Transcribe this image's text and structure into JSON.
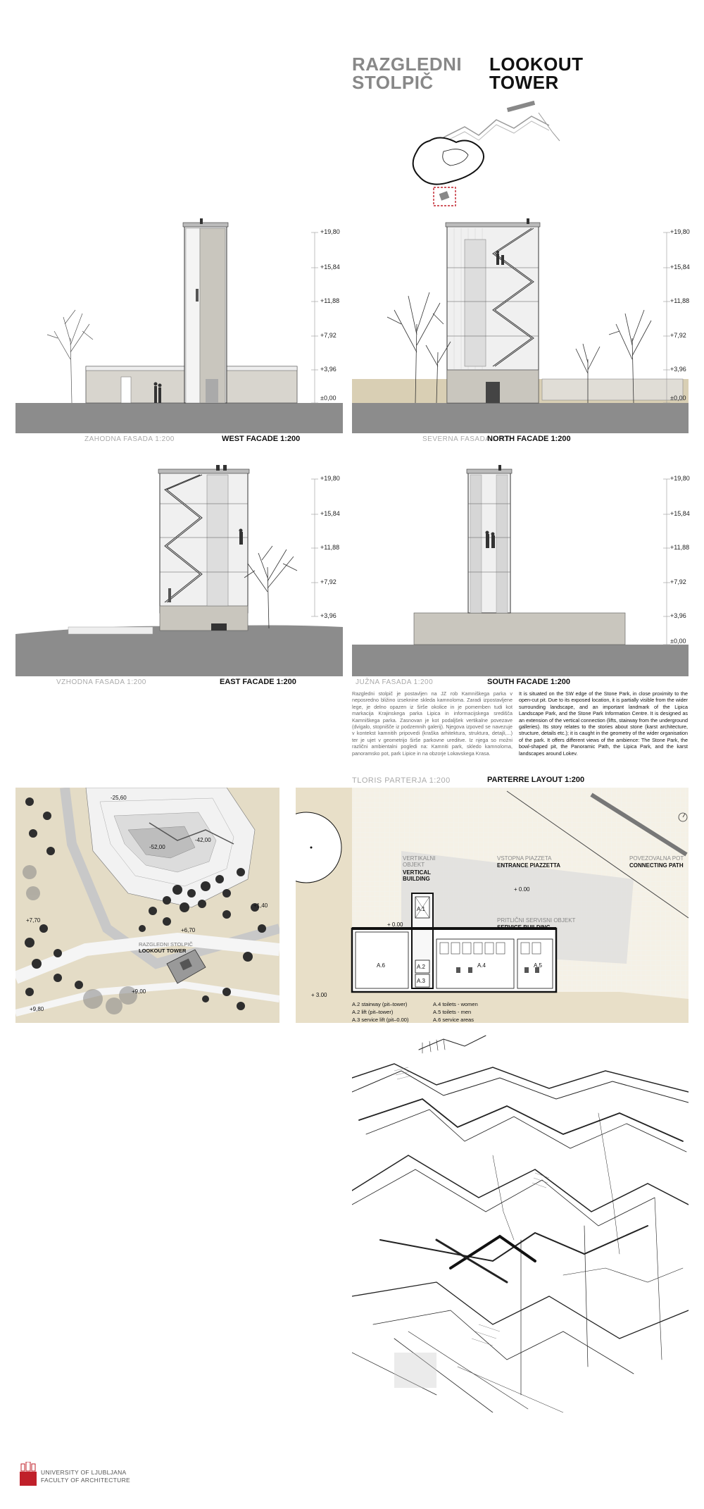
{
  "title": {
    "sl_line1": "RAZGLEDNI",
    "sl_line2": "STOLPIČ",
    "en_line1": "LOOKOUT",
    "en_line2": "TOWER"
  },
  "levels": [
    "+19,80",
    "+15,84",
    "+11,88",
    "+7,92",
    "+3,96",
    "±0,00"
  ],
  "facades": {
    "west": {
      "sl": "ZAHODNA FASADA  1:200",
      "en": "WEST FACADE  1:200"
    },
    "north": {
      "sl": "SEVERNA FASADA  1:200",
      "en": "NORTH FACADE  1:200"
    },
    "east": {
      "sl": "VZHODNA FASADA  1:200",
      "en": "EAST FACADE  1:200"
    },
    "south": {
      "sl": "JUŽNA FASADA  1:200",
      "en": "SOUTH FACADE  1:200"
    }
  },
  "description": {
    "sl": "Razgledni stolpič je postavljen na JZ rob Kamniškega parka v neposredno bližino izseknine skleda kamnoloma. Zaradi izpostavljene lege, je delno opazen iz širše okolice in je pomemben tudi kot markacija Krajinskega parka Lipica in informacijskega središča Kamniškega parka. Zasnovan je kot podaljšek vertikalne povezave (dvigalo, stopnišče iz podzemnih galerij). Njegova izpoved se navezuje v kontekst kamnitih pripovedi (kraška arhitektura, struktura, detajli,...) ter je ujet v geometrijo širše parkovne ureditve. Iz njega so možni različni ambientalni pogledi na: Kamniti park, skledo kamnoloma, panoramsko pot, park Lipice in na obzorje Lokavskega Krasa.",
    "en": "It is situated on the SW edge of the Stone Park, in close proximity to the open-cut pit. Due to its exposed location, it is partially visible from the wider surrounding landscape, and an important landmark of the Lipica Landscape Park, and the Stone Park Information Centre. It is designed as an extension of the vertical connection (lifts, stairway from the underground galleries). Its story relates to the stories about stone (karst architecture, structure, details etc.); it is caught in the geometry of the wider organisation of the park. It offers different views of the ambience: The Stone Park, the bowl-shaped pit, the Panoramic Path, the Lipica Park, and the karst landscapes around Lokev."
  },
  "layout_caption": {
    "sl": "TLORIS PARTERJA  1:200",
    "en": "PARTERRE LAYOUT  1:200"
  },
  "site": {
    "elevations": [
      "-25,60",
      "-52,00",
      "-42,00",
      "+1,40",
      "+7,70",
      "+6,70",
      "+9,00",
      "+9,80"
    ],
    "tower_sl": "RAZGLEDNI STOLPIČ",
    "tower_en": "LOOKOUT TOWER"
  },
  "plan": {
    "vertical_sl": "VERTIKALNI OBJEKT",
    "vertical_en": "VERTICAL BUILDING",
    "entrance_sl": "VSTOPNA PIAZZETA",
    "entrance_en": "ENTRANCE PIAZZETTA",
    "path_sl": "POVEZOVALNA POT",
    "path_en": "CONNECTING PATH",
    "service_sl": "PRITLIČNI SERVISNI OBJEKT",
    "service_en": "SERVICE BUILDING",
    "rooms": [
      "A.1",
      "A.2",
      "A.3",
      "A.4",
      "A.5",
      "A.6"
    ],
    "levels": [
      "+ 0.00",
      "+ 0.00",
      "+ 3.00"
    ],
    "legend_left": [
      "A.2 stairway (pit–tower)",
      "A.2 lift (pit–tower)",
      "A.3 service lift (pit–0.00)"
    ],
    "legend_right": [
      "A.4 toilets - women",
      "A.5 toilets - men",
      "A.6 service areas"
    ]
  },
  "footer": {
    "line1": "UNIVERSITY OF LJUBLJANA",
    "line2": "FACULTY OF ARCHITECTURE"
  },
  "colors": {
    "ground": "#8c8c8c",
    "sand": "#d9cfb4",
    "accent_red": "#c0202a"
  }
}
